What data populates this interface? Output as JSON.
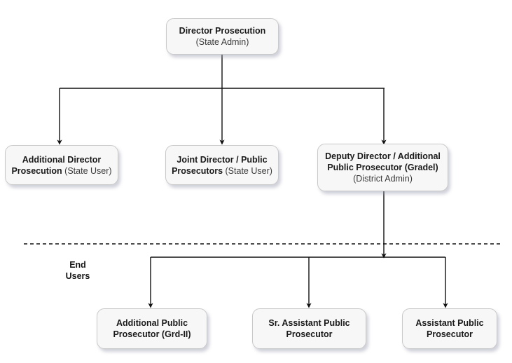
{
  "diagram": {
    "title_node": {
      "line1": "Director Prosecution",
      "line2": "(State Admin)"
    },
    "level2": [
      {
        "name": "additional-director-prosecution",
        "bold_text": "Additional Director Prosecution",
        "muted_text": "(State User)",
        "layout": "inline"
      },
      {
        "name": "joint-director-public-prosecutors",
        "bold_text": "Joint Director / Public Prosecutors",
        "muted_text": "(State User)",
        "layout": "inline"
      },
      {
        "name": "deputy-director-additional-public-prosecutor",
        "bold_text": "Deputy Director / Additional Public Prosecutor (Gradel)",
        "muted_text": "(District Admin)",
        "layout": "stacked"
      }
    ],
    "divider_label": {
      "line1": "End",
      "line2": "Users"
    },
    "level3": [
      {
        "name": "additional-public-prosecutor-grade-2",
        "line1": "Additional Public",
        "line2": "Prosecutor (Grd-II)"
      },
      {
        "name": "sr-assistant-public-prosecutor",
        "line1": "Sr. Assistant Public",
        "line2": "Prosecutor"
      },
      {
        "name": "assistant-public-prosecutor",
        "line1": "Assistant Public",
        "line2": "Prosecutor"
      }
    ],
    "colors": {
      "node_fill": "#f7f7f7",
      "node_border": "#c9c9c9",
      "connector": "#111111",
      "divider": "#111111",
      "text": "#1a1a1a"
    }
  }
}
